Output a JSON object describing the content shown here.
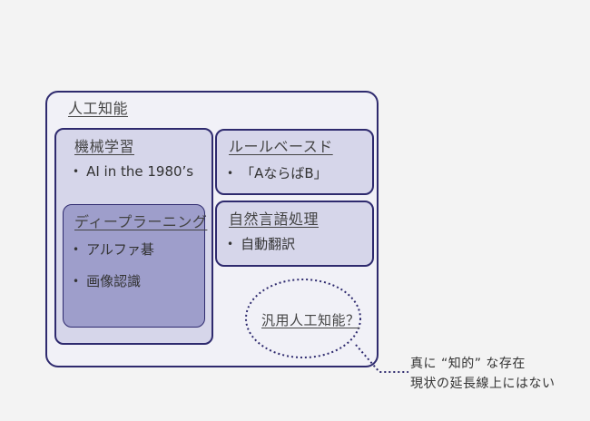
{
  "outer": {
    "title": "人工知能"
  },
  "machine_learning": {
    "title": "機械学習",
    "items": [
      "AI in the 1980’s"
    ]
  },
  "deep_learning": {
    "title": "ディープラーニング",
    "items": [
      "アルファ碁",
      "画像認識"
    ]
  },
  "rule_based": {
    "title": "ルールベースド",
    "items": [
      "「AならばB」"
    ]
  },
  "nlp": {
    "title": "自然言語処理",
    "items": [
      "自動翻訳"
    ]
  },
  "agi": {
    "title": "汎用人工知能？"
  },
  "note": {
    "line1": "真に “知的” な存在",
    "line2": "現状の延長線上にはない"
  },
  "colors": {
    "border": "#2e2a6e",
    "light_fill": "#d6d6ea",
    "deep_fill": "#9e9ecb",
    "background": "#f3f3f3"
  }
}
